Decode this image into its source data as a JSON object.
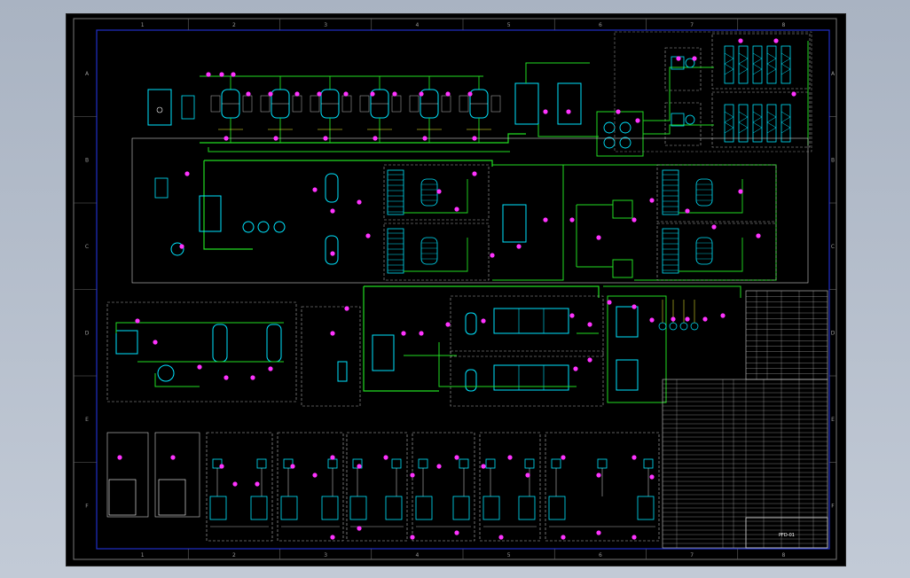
{
  "drawing": {
    "ruler_columns": [
      "1",
      "2",
      "3",
      "4",
      "5",
      "6",
      "7",
      "8"
    ],
    "ruler_rows": [
      "A",
      "B",
      "C",
      "D",
      "E",
      "F"
    ],
    "title_block_text": "PFD-01"
  },
  "colors": {
    "background": "#000000",
    "frame": "#2030c8",
    "process_line": "#22dd22",
    "equipment": "#00e5ff",
    "instrument": "#ff33ff",
    "annotation": "#ffffff",
    "highlight": "#ffff33",
    "table": "#cfcfcf"
  }
}
